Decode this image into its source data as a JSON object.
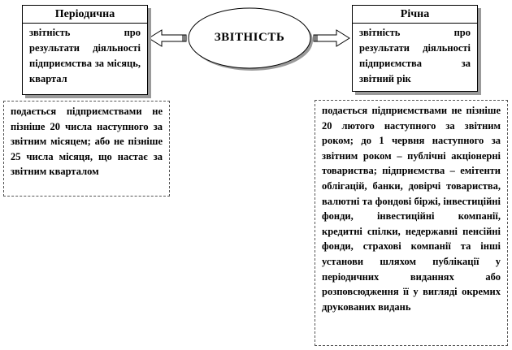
{
  "center": {
    "label": "ЗВІТНІСТЬ"
  },
  "periodic": {
    "title": "Періодична",
    "description": "звітність про результати діяльності підприємства за місяць, квартал",
    "note": "подається підприємствами не пізніше 20 числа наступного за звітним місяцем; або не пізніше 25 числа місяця, що настає за звітним кварталом"
  },
  "annual": {
    "title": "Річна",
    "description": "звітність про результати діяльності підприємства за звітний рік",
    "note": "подається підприємствами не пізніше 20 лютого наступного за звітним роком; до 1 червня наступного за звітним роком – публічні акціонерні товариства; підприємства – емітенти облігацій, банки, довірчі товариства, валютні та фондові біржі, інвестиційні фонди, інвестиційні компанії, кредитні спілки, недержавні пенсійні фонди, страхові компанії та інші установи шляхом публікації у періодичних виданнях або розповсюдження її у вигляді окремих друкованих видань"
  }
}
